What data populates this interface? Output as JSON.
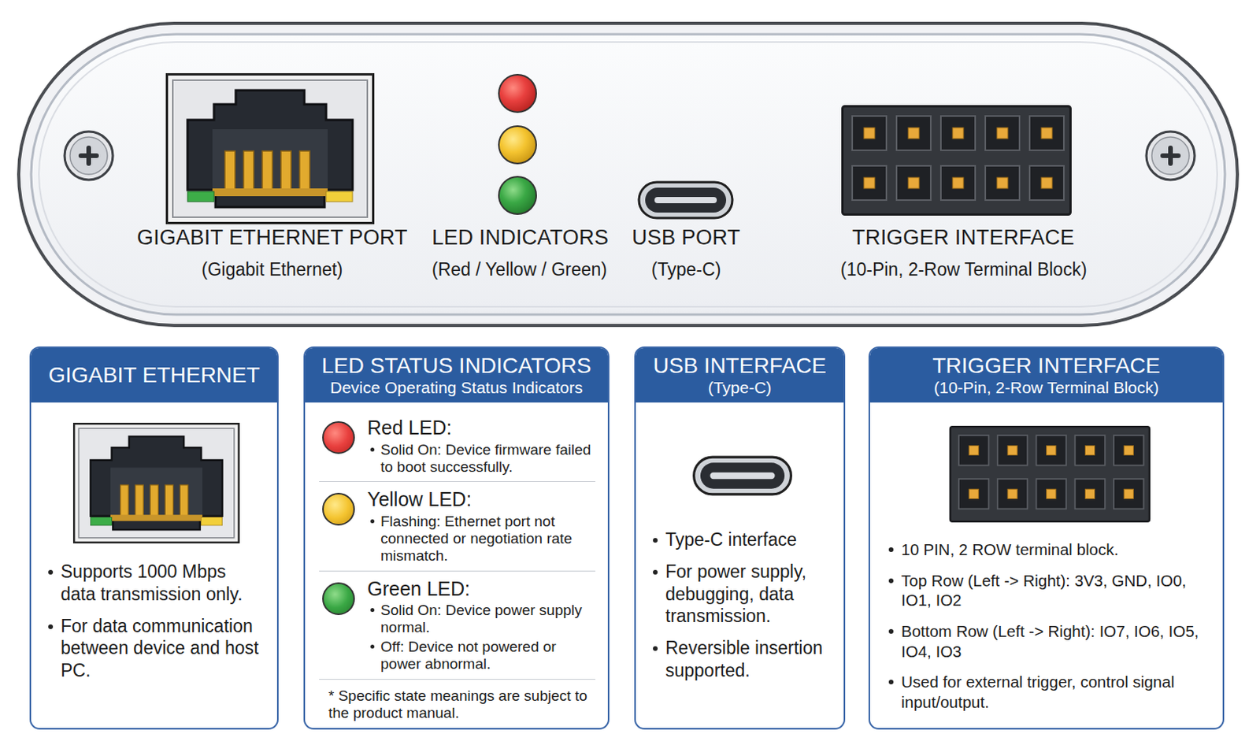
{
  "diagram": {
    "nodes": [
      {
        "text": [
          "GIGABIT ETHERNET",
          "Supports 1000 Mbps data transmission only.",
          "For data communication between device and host PC."
        ]
      },
      {
        "text": [
          "LED STATUS INDICATORS",
          "Device Operating Status Indicators",
          "Red LED:",
          "Solid On: Device firmware failed to boot successfully.",
          "Yellow LED:",
          "Flashing: Ethernet port not connected or negotiation rate mismatch.",
          "Green LED:",
          "Solid On: Device power supply normal.",
          "Off: Device not powered or power abnormal.",
          "* Specific state meanings are subject to the product manual."
        ]
      },
      {
        "text": [
          "USB INTERFACE",
          "(Type-C)",
          "Type-C interface",
          "For power supply, debugging, data transmission.",
          "Reversible insertion supported."
        ]
      },
      {
        "text": [
          "TRIGGER INTERFACE",
          "(10-Pin, 2-Row Terminal Block)",
          "10 PIN, 2 ROW terminal block.",
          "Top Row (Left -> Right): 3V3, GND, IO0, IO1, IO2",
          "Bottom Row (Left -> Right): IO7, IO6, IO5, IO4, IO3",
          "Used for external trigger, control signal input/output."
        ]
      }
    ],
    "labels": [
      "GIGABIT ETHERNET PORT",
      "(Gigabit Ethernet)",
      "LED INDICATORS",
      "(Red / Yellow / Green)",
      "USB PORT",
      "(Type-C)",
      "TRIGGER INTERFACE",
      "(10-Pin, 2-Row Terminal Block)"
    ]
  }
}
